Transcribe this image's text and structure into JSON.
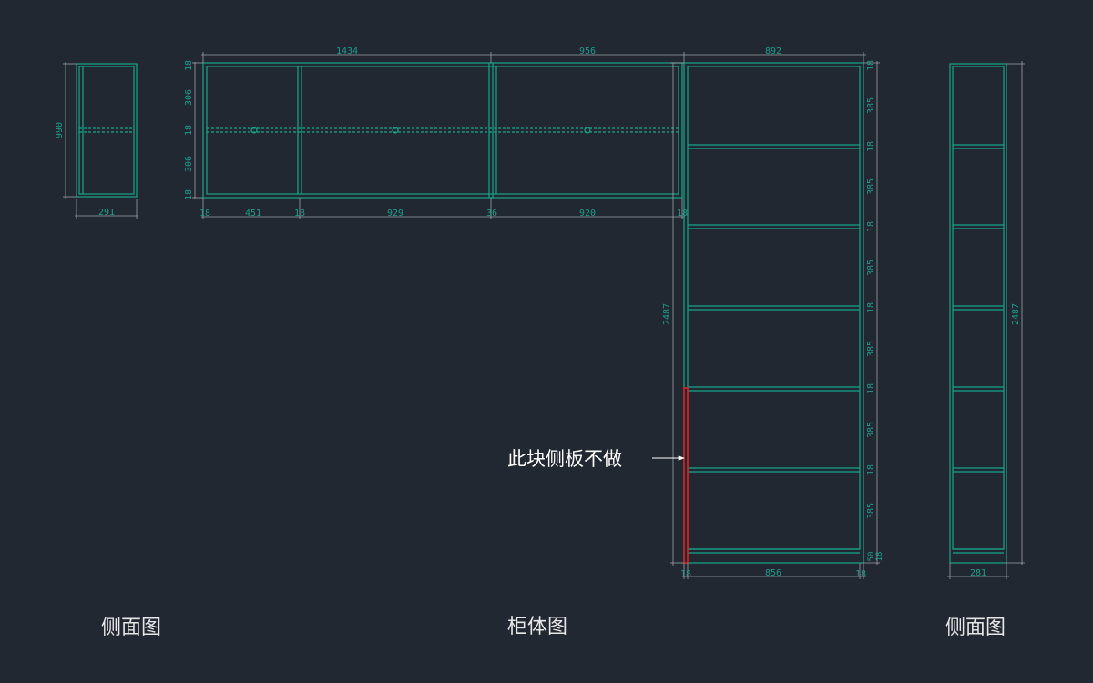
{
  "colors": {
    "background": "#222831",
    "panel_outline": "#17a589",
    "dimension_line": "#9aa0a6",
    "dimension_text": "#1e9c8c",
    "highlight": "#e02020",
    "caption_text": "#e6e6e6"
  },
  "captions": {
    "left_side_view": "侧面图",
    "cabinet_view": "柜体图",
    "right_side_view": "侧面图"
  },
  "annotation": {
    "note": "此块侧板不做"
  },
  "dimensions": {
    "top_overall": [
      "1434",
      "956",
      "892"
    ],
    "upper_bottom_row": [
      "18",
      "451",
      "18",
      "929",
      "36",
      "920",
      "18"
    ],
    "upper_left_vertical": [
      "18",
      "306",
      "18",
      "306",
      "18"
    ],
    "left_side_height": "990",
    "left_side_width": "291",
    "tall_height": "2487",
    "tall_right_vertical": [
      "18",
      "385",
      "18",
      "385",
      "18",
      "385",
      "18",
      "385",
      "18",
      "385",
      "18",
      "385",
      "50",
      "18"
    ],
    "tall_bottom_row": [
      "18",
      "856",
      "18"
    ],
    "right_side_height": "2487",
    "right_side_width": "281"
  }
}
